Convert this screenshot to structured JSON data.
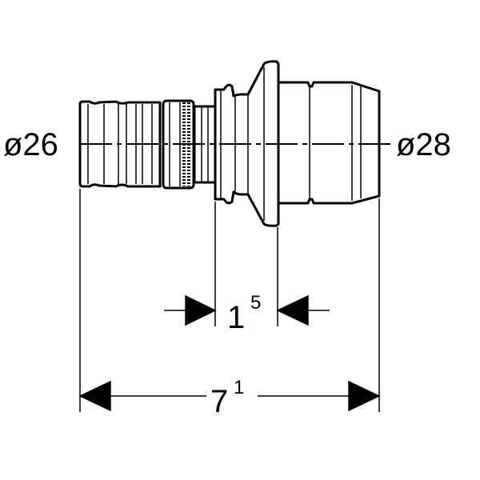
{
  "labels": {
    "left_diameter": "ø26",
    "right_diameter": "ø28",
    "inner_dimension_main": "1",
    "inner_dimension_sup": "5",
    "overall_dimension_main": "7",
    "overall_dimension_sup": "1"
  },
  "colors": {
    "line": "#000000",
    "background": "#ffffff"
  }
}
